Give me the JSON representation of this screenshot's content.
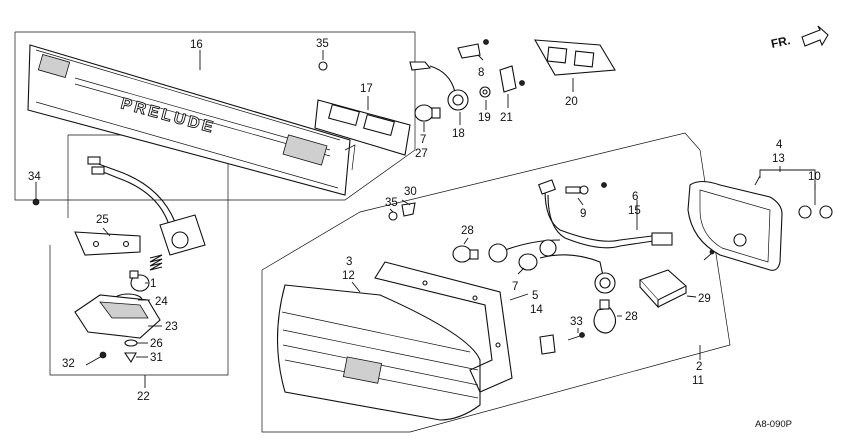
{
  "labels": {
    "p1": "1",
    "p2": "2",
    "p3": "3",
    "p4": "4",
    "p5": "5",
    "p6": "6",
    "p7a": "7",
    "p7b": "7",
    "p8": "8",
    "p9": "9",
    "p10": "10",
    "p11": "11",
    "p12": "12",
    "p13": "13",
    "p14": "14",
    "p15": "15",
    "p16": "16",
    "p17": "17",
    "p18": "18",
    "p19": "19",
    "p20": "20",
    "p21": "21",
    "p22": "22",
    "p23": "23",
    "p24": "24",
    "p25": "25",
    "p26": "26",
    "p27": "27",
    "p28a": "28",
    "p28b": "28",
    "p29": "29",
    "p30": "30",
    "p31": "31",
    "p32": "32",
    "p33": "33",
    "p34": "34",
    "p35a": "35",
    "p35b": "35"
  },
  "emblem_text": "PRELUDE",
  "direction_label": "FR.",
  "code": "A8-090P"
}
